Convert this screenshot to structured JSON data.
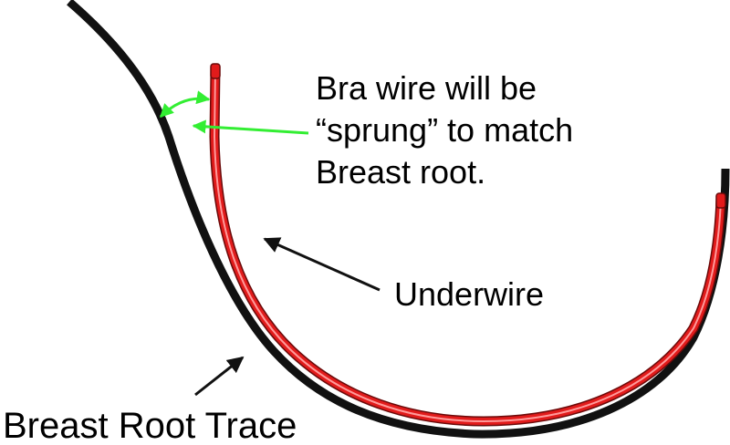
{
  "labels": {
    "note": [
      "Bra wire will be",
      "“sprung” to match",
      "Breast root."
    ],
    "underwire": "Underwire",
    "breast_root_trace": "Breast Root Trace"
  },
  "colors": {
    "breast_root_trace": "#111111",
    "underwire_dark": "#8a0d0d",
    "underwire_main": "#e11b1b",
    "underwire_highlight": "#ff9a9a",
    "spring_arrows": "#33ee33",
    "pointer_arrows": "#111111",
    "text": "#000000"
  }
}
